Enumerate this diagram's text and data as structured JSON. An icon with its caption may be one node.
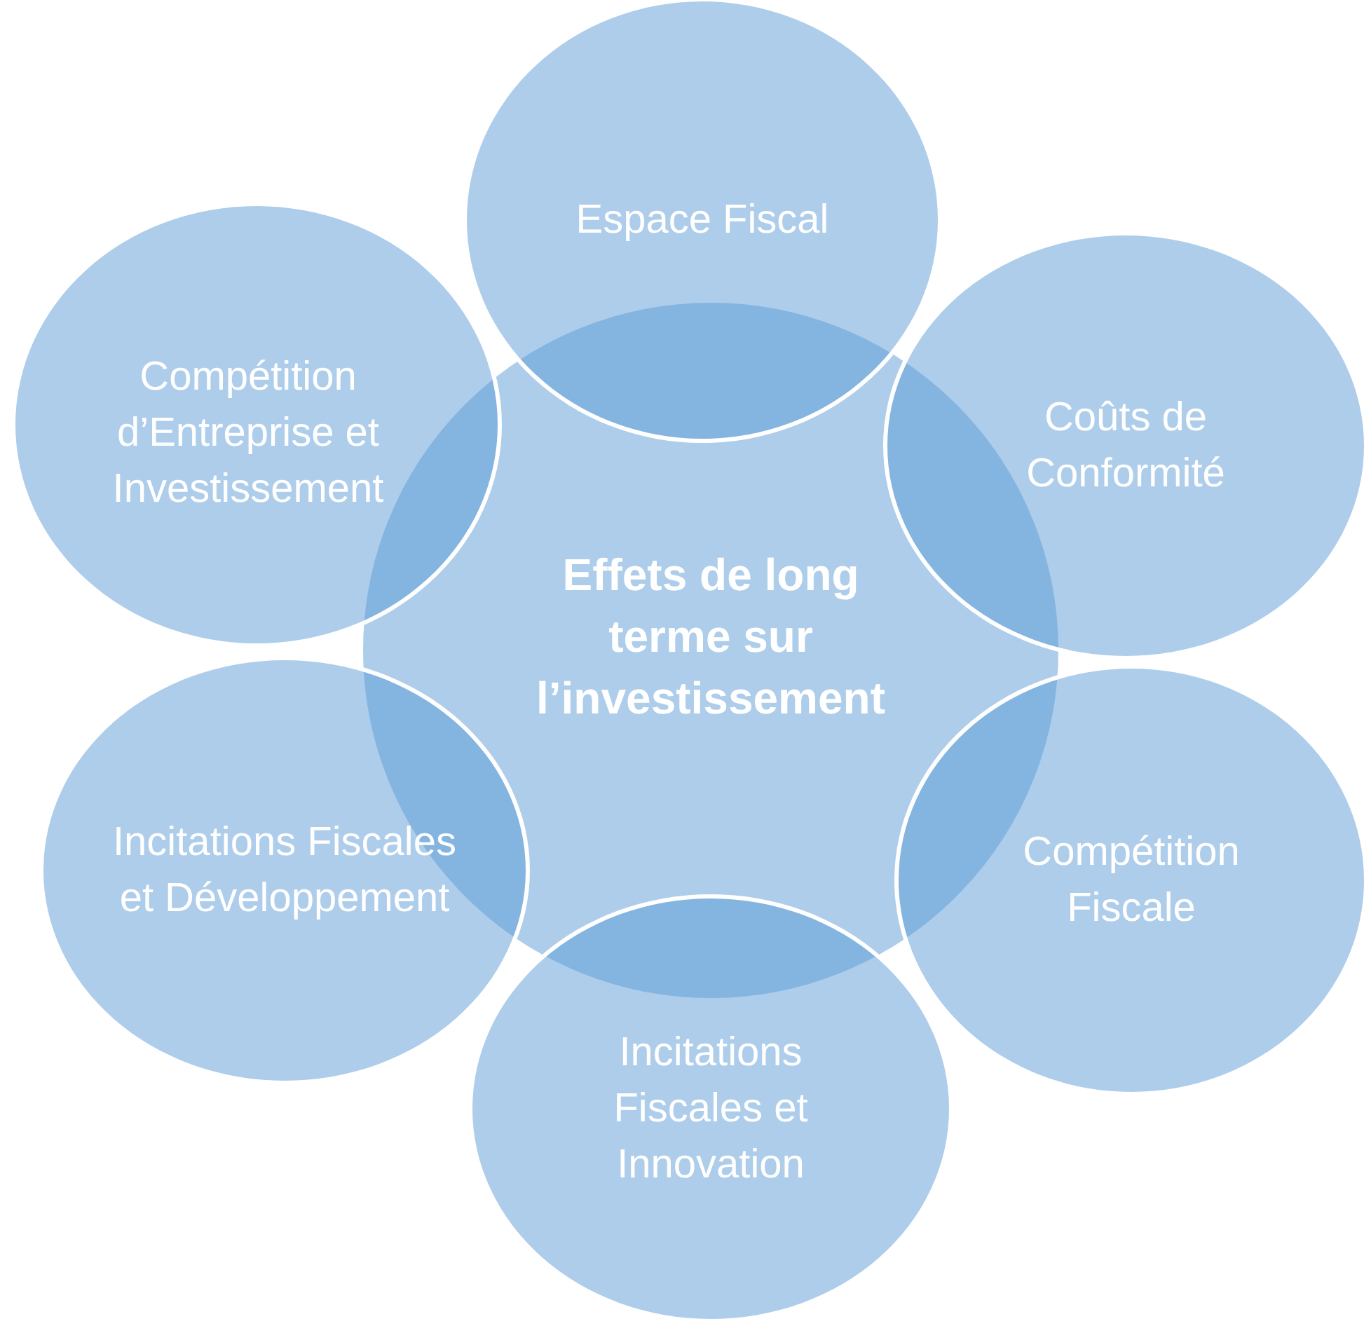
{
  "diagram": {
    "nodes": [
      {
        "text": [
          "Effets de long terme sur l’investissement"
        ]
      },
      {
        "text": [
          "Espace Fiscal"
        ]
      },
      {
        "text": [
          "Compétition d’Entreprise et Investissement"
        ]
      },
      {
        "text": [
          "Coûts de Conformité"
        ]
      },
      {
        "text": [
          "Incitations Fiscales et Développement"
        ]
      },
      {
        "text": [
          "Compétition Fiscale"
        ]
      },
      {
        "text": [
          "Incitations Fiscales et Innovation"
        ]
      }
    ]
  }
}
